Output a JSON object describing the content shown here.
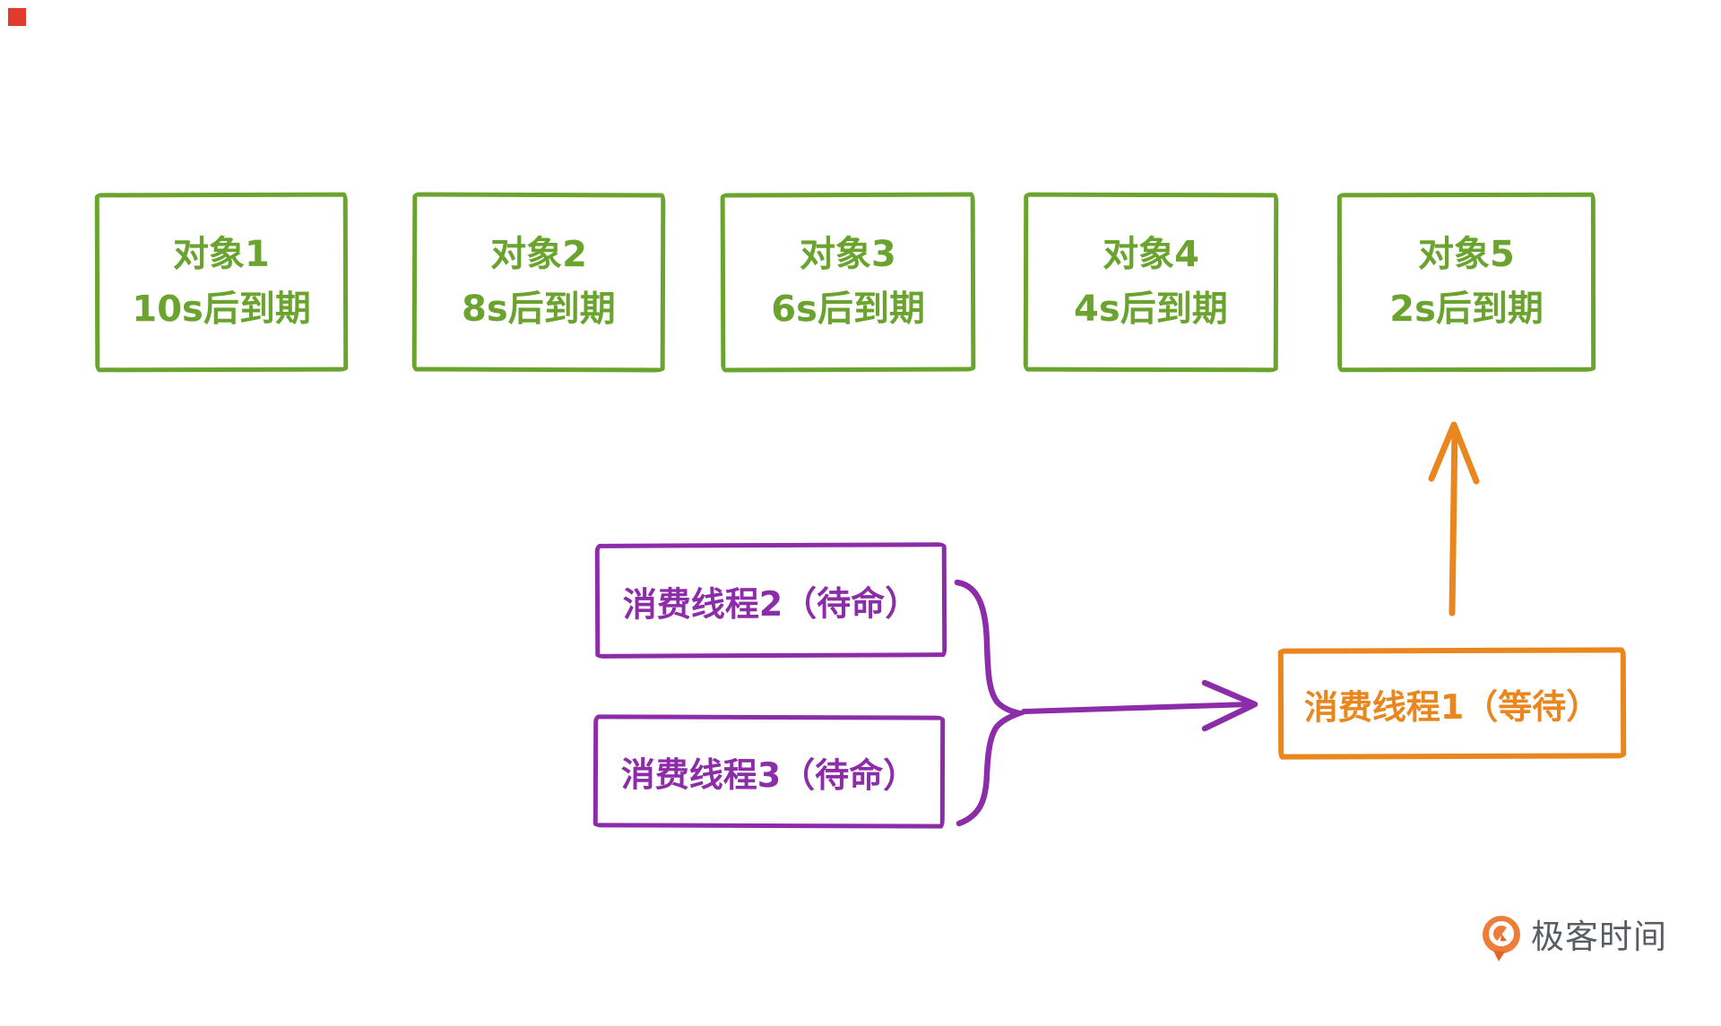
{
  "colors": {
    "background": "#ffffff",
    "green": "#6aa32e",
    "purple": "#8c2ca9",
    "orange": "#e9861d",
    "logo_orange": "#ed7d3a",
    "logo_orange_dark": "#e2672a",
    "logo_text": "#585d63",
    "corner_mark": "#e03c2e"
  },
  "objects": [
    {
      "title": "对象1",
      "expire": "10s后到期"
    },
    {
      "title": "对象2",
      "expire": "8s后到期"
    },
    {
      "title": "对象3",
      "expire": "6s后到期"
    },
    {
      "title": "对象4",
      "expire": "4s后到期"
    },
    {
      "title": "对象5",
      "expire": "2s后到期"
    }
  ],
  "consumer_threads": {
    "standby_2": "消费线程2（待命）",
    "standby_3": "消费线程3（待命）",
    "waiting_1": "消费线程1（等待）"
  },
  "logo": {
    "brand": "极客时间"
  }
}
